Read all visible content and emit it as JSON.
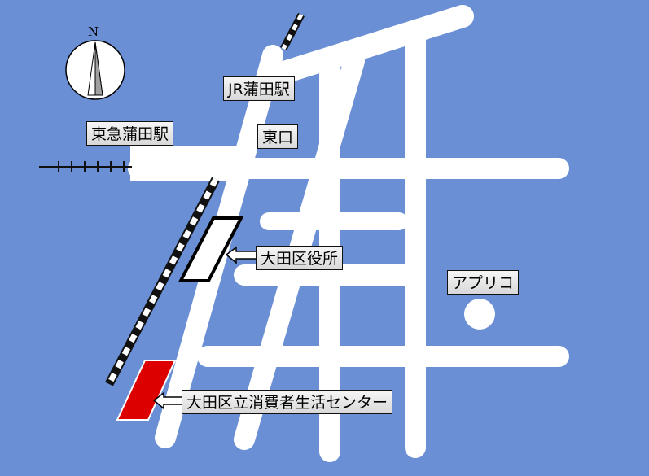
{
  "colors": {
    "background": "#6a8fd5",
    "road": "#ffffff",
    "facility_highlight": "#dd0000",
    "rail_dark": "#111111"
  },
  "compass": {
    "label": "N"
  },
  "labels": {
    "jr_station": "JR蒲田駅",
    "tokyu_station": "東急蒲田駅",
    "east_exit": "東口",
    "city_hall": "大田区役所",
    "aprico": "アプリコ",
    "consumer_center": "大田区立消費者生活センター"
  },
  "icons": {
    "compass": "compass-needle-icon",
    "arrow": "left-arrow-icon"
  }
}
